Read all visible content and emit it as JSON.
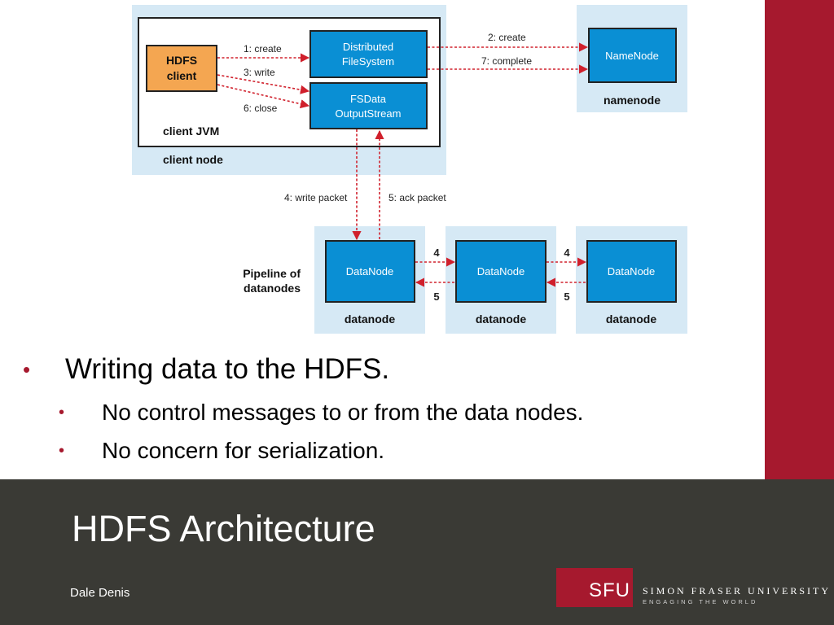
{
  "slide": {
    "title": "HDFS Architecture",
    "author": "Dale Denis"
  },
  "bullets": {
    "main": "Writing data to the HDFS.",
    "subs": [
      "No control messages to or from the data nodes.",
      "No concern for serialization."
    ],
    "bullet_glyph": "•"
  },
  "diagram": {
    "client_node_label": "client node",
    "client_jvm_label": "client JVM",
    "hdfs_client": [
      "HDFS",
      "client"
    ],
    "distributed_fs": [
      "Distributed",
      "FileSystem"
    ],
    "fsdata_stream": [
      "FSData",
      "OutputStream"
    ],
    "namenode_box": "NameNode",
    "namenode_label": "namenode",
    "pipeline_label": [
      "Pipeline of",
      "datanodes"
    ],
    "datanode_box": "DataNode",
    "datanode_label": "datanode",
    "steps": {
      "create": "1: create",
      "write": "3: write",
      "close": "6: close",
      "nn_create": "2: create",
      "complete": "7: complete",
      "write_packet": "4: write packet",
      "ack_packet": "5: ack packet",
      "fwd": "4",
      "ack": "5"
    }
  },
  "logo": {
    "abbr": "SFU",
    "name": "SIMON FRASER UNIVERSITY",
    "tagline": "ENGAGING THE WORLD"
  },
  "colors": {
    "accent_red": "#a6192e",
    "footer_bg": "#3a3a35",
    "panel_bg": "#d6e9f5",
    "node_blue": "#0a8fd4",
    "client_orange": "#f4a651",
    "arrow_red": "#d0202c"
  }
}
